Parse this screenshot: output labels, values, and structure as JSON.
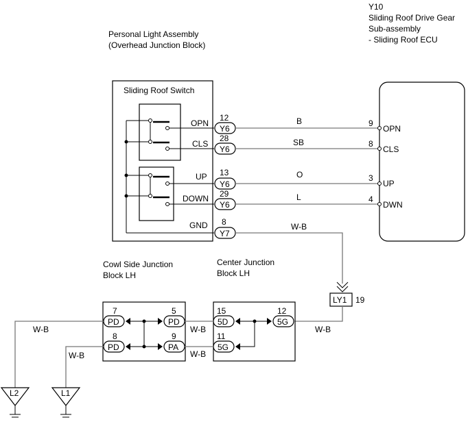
{
  "title_block": {
    "ecu_code": "Y10",
    "ecu_name_line1": "Sliding Roof Drive Gear",
    "ecu_name_line2": "Sub-assembly",
    "ecu_name_line3": "- Sliding Roof ECU",
    "light_line1": "Personal Light Assembly",
    "light_line2": "(Overhead Junction Block)"
  },
  "switch": {
    "label": "Sliding Roof Switch"
  },
  "switch_terminals": [
    {
      "name": "OPN",
      "pin": "12",
      "connector": "Y6",
      "wire": "B",
      "ecu_pin": "9",
      "ecu_name": "OPN"
    },
    {
      "name": "CLS",
      "pin": "28",
      "connector": "Y6",
      "wire": "SB",
      "ecu_pin": "8",
      "ecu_name": "CLS"
    },
    {
      "name": "UP",
      "pin": "13",
      "connector": "Y6",
      "wire": "O",
      "ecu_pin": "3",
      "ecu_name": "UP"
    },
    {
      "name": "DOWN",
      "pin": "29",
      "connector": "Y6",
      "wire": "L",
      "ecu_pin": "4",
      "ecu_name": "DWN"
    }
  ],
  "ground_terminal": {
    "name": "GND",
    "pin": "8",
    "connector": "Y7",
    "wire": "W-B"
  },
  "cowl_block": {
    "label_line1": "Cowl Side Junction",
    "label_line2": "Block LH",
    "pins": [
      {
        "pin": "7",
        "connector": "PD"
      },
      {
        "pin": "5",
        "connector": "PD"
      },
      {
        "pin": "8",
        "connector": "PD"
      },
      {
        "pin": "9",
        "connector": "PA"
      }
    ]
  },
  "center_block": {
    "label_line1": "Center Junction",
    "label_line2": "Block LH",
    "pins": [
      {
        "pin": "15",
        "connector": "5D"
      },
      {
        "pin": "12",
        "connector": "5G"
      },
      {
        "pin": "11",
        "connector": "5G"
      }
    ]
  },
  "splice": {
    "connector": "LY1",
    "pin": "19"
  },
  "wire_labels": {
    "a": "W-B",
    "b": "W-B",
    "c": "W-B",
    "d": "W-B",
    "e": "W-B"
  },
  "grounds": [
    {
      "label": "L2"
    },
    {
      "label": "L1"
    }
  ]
}
